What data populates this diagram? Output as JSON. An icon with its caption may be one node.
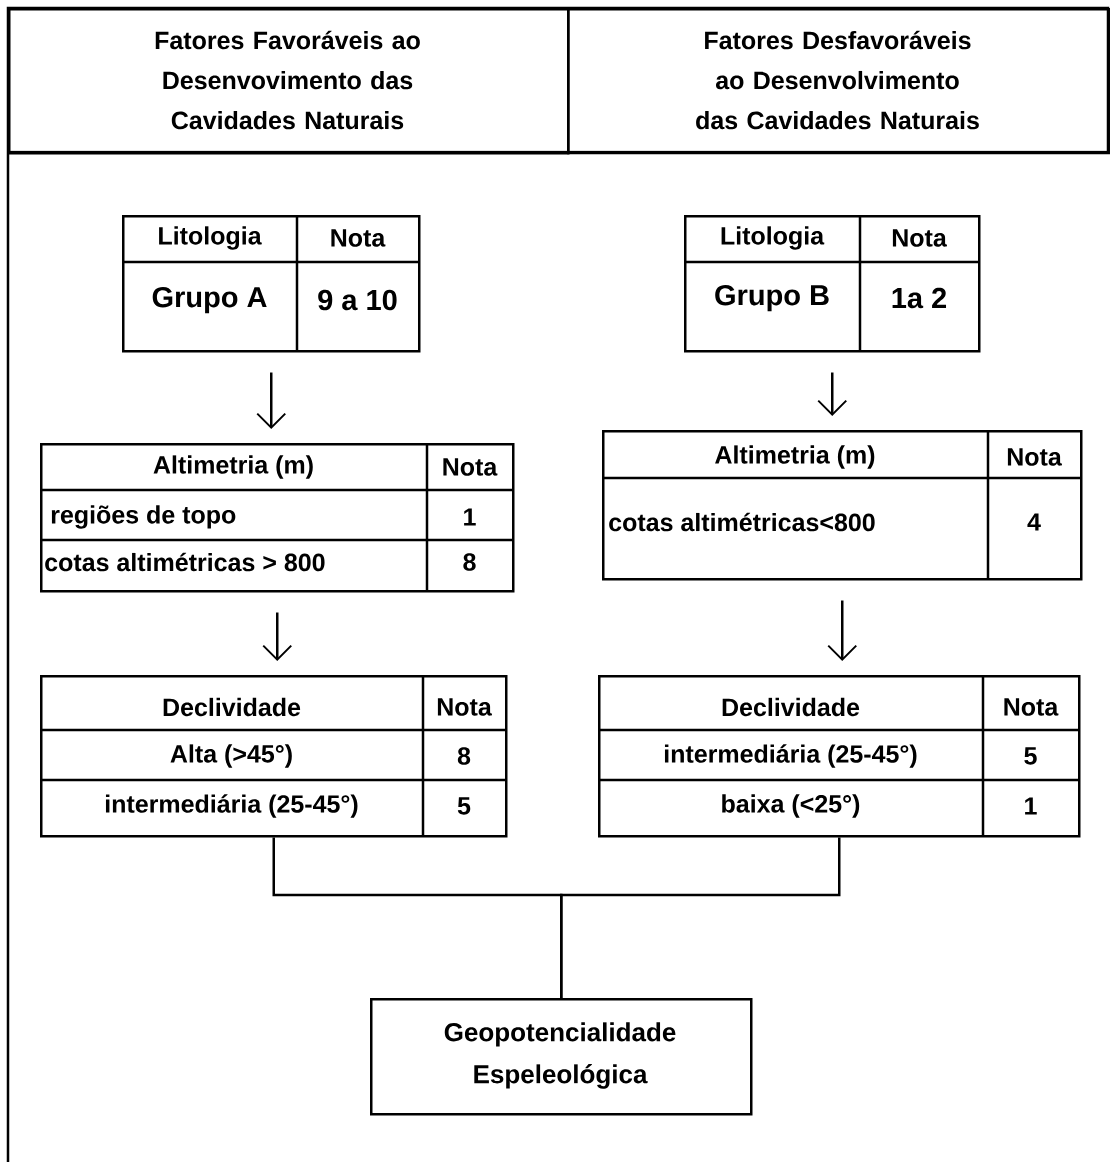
{
  "diagram": {
    "nodes": [
      {
        "text": [
          "Fatores Favoráveis ao Desenvovimento das Cavidades Naturais"
        ]
      },
      {
        "text": [
          "Fatores Desfavoráveis ao Desenvolvimento das Cavidades Naturais"
        ]
      },
      {
        "text": [
          "Litologia",
          "Nota",
          "Grupo A",
          "9 a 10"
        ]
      },
      {
        "text": [
          "Altimetria  (m)",
          "Nota",
          "regiões de topo",
          "1",
          "cotas altimétricas > 800",
          "8"
        ]
      },
      {
        "text": [
          "Declividade",
          "Nota",
          "Alta (>45°)",
          "8",
          "intermediária (25-45°)",
          "5"
        ]
      },
      {
        "text": [
          "Litologia",
          "Nota",
          "Grupo B",
          "1a 2"
        ]
      },
      {
        "text": [
          "Altimetria (m)",
          "Nota",
          "cotas altimétricas<800",
          "4"
        ]
      },
      {
        "text": [
          "Declividade",
          "Nota",
          "intermediária (25-45°)",
          "5",
          "baixa (<25°)",
          "1"
        ]
      },
      {
        "text": [
          "Geopotencialidade Espeleológica"
        ]
      }
    ],
    "edges": [
      {
        "from": 2,
        "to": 3,
        "arrow": "to"
      },
      {
        "from": 3,
        "to": 4,
        "arrow": "to"
      },
      {
        "from": 5,
        "to": 6,
        "arrow": "to"
      },
      {
        "from": 6,
        "to": 7,
        "arrow": "to"
      },
      {
        "from": 4,
        "to": 8,
        "arrow": "none"
      },
      {
        "from": 7,
        "to": 8,
        "arrow": "none"
      }
    ]
  }
}
